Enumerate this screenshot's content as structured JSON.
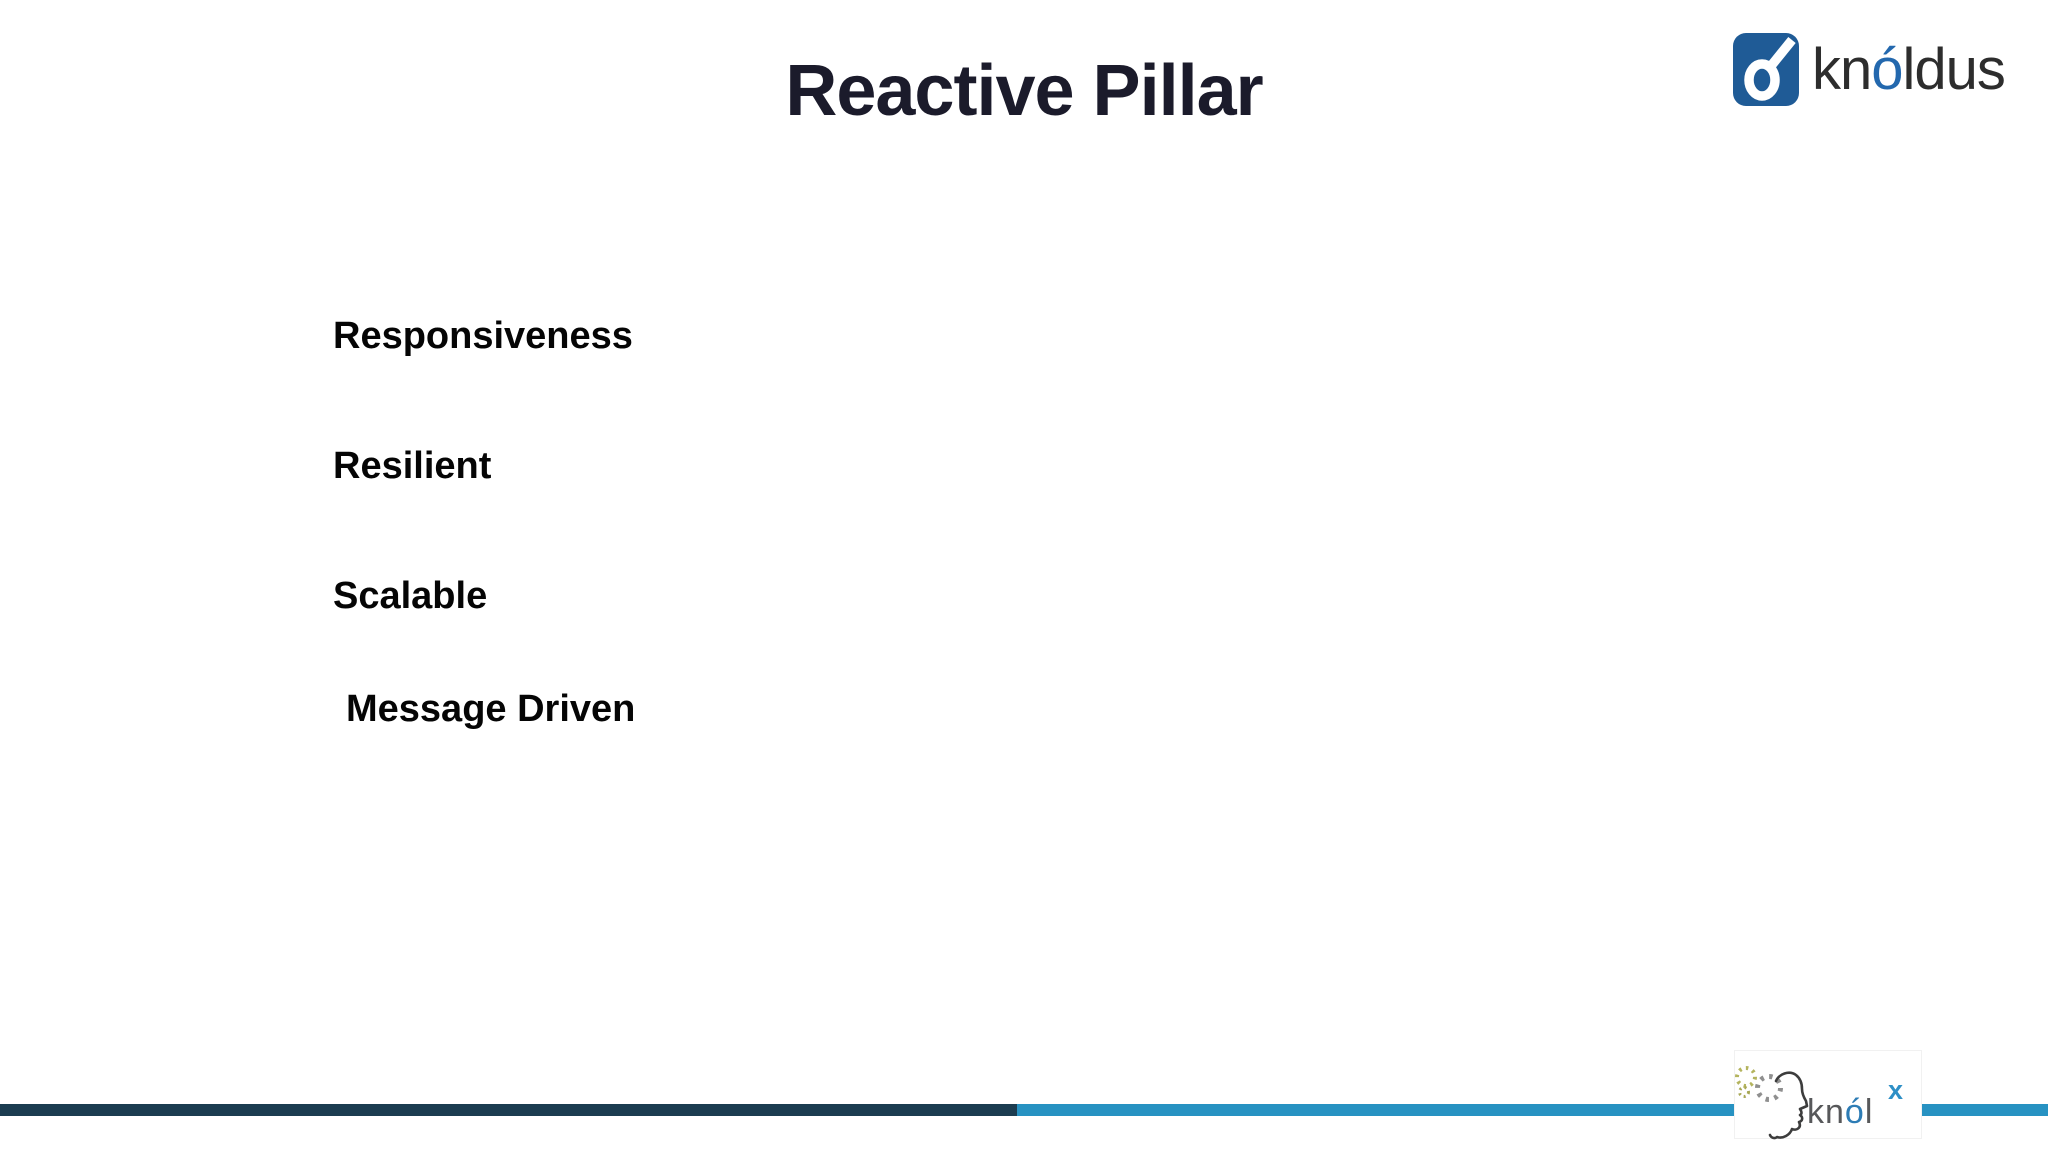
{
  "slide": {
    "title": "Reactive Pillar"
  },
  "pillars": {
    "items": [
      {
        "label": "Responsiveness"
      },
      {
        "label": "Resilient"
      },
      {
        "label": "Scalable"
      },
      {
        "label": "Message Driven"
      }
    ]
  },
  "header_logo": {
    "icon": "knoldus-o-icon",
    "text_prefix": "kn",
    "text_accent": "ó",
    "text_suffix": "ldus"
  },
  "footer": {
    "logo": {
      "icon": "knolx-head-gears-icon",
      "text_prefix": "kn",
      "text_accent": "ó",
      "text_suffix": "l",
      "superscript": "x"
    }
  },
  "colors": {
    "title_text": "#1b1b2b",
    "item_text": "#050505",
    "brand_blue": "#1f5b96",
    "logo_text": "#2d2d2d",
    "logo_accent": "#2368ae",
    "bar_dark": "#1b3c50",
    "bar_light": "#2792c2",
    "knolx_text": "#57585a",
    "knolx_accent": "#2d7cb5",
    "knolx_x": "#2e8fc6"
  }
}
